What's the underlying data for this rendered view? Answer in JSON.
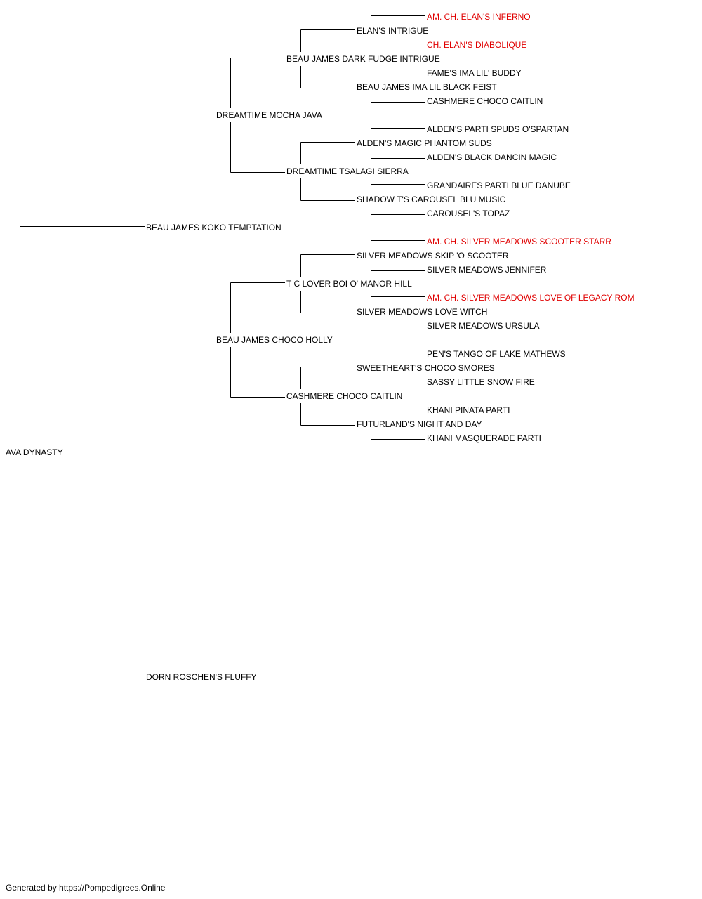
{
  "colors": {
    "champion": "#e00000",
    "default": "#000000",
    "line": "#000000"
  },
  "pedigree": {
    "subject": {
      "name": "AVA DYNASTY",
      "champion": false
    },
    "sire": {
      "name": "BEAU JAMES KOKO TEMPTATION",
      "champion": false
    },
    "dam": {
      "name": "DORN ROSCHEN'S FLUFFY",
      "champion": false
    },
    "ss": {
      "name": "DREAMTIME MOCHA JAVA",
      "champion": false
    },
    "sd": {
      "name": "BEAU JAMES CHOCO HOLLY",
      "champion": false
    },
    "sss": {
      "name": "BEAU JAMES DARK FUDGE INTRIGUE",
      "champion": false
    },
    "ssd": {
      "name": "DREAMTIME TSALAGI SIERRA",
      "champion": false
    },
    "sds": {
      "name": "T C LOVER BOI O' MANOR HILL",
      "champion": false
    },
    "sdd": {
      "name": "CASHMERE CHOCO CAITLIN",
      "champion": false
    },
    "ssss": {
      "name": "ELAN'S INTRIGUE",
      "champion": false
    },
    "sssd": {
      "name": "BEAU JAMES IMA LIL BLACK FEIST",
      "champion": false
    },
    "ssds": {
      "name": "ALDEN'S MAGIC PHANTOM SUDS",
      "champion": false
    },
    "ssdd": {
      "name": "SHADOW T'S CAROUSEL BLU MUSIC",
      "champion": false
    },
    "sdss": {
      "name": "SILVER MEADOWS SKIP 'O SCOOTER",
      "champion": false
    },
    "sdsd": {
      "name": "SILVER MEADOWS LOVE WITCH",
      "champion": false
    },
    "sdds": {
      "name": "SWEETHEART'S CHOCO SMORES",
      "champion": false
    },
    "sddd": {
      "name": "FUTURLAND'S NIGHT AND DAY",
      "champion": false
    },
    "sssss": {
      "name": "AM. CH. ELAN'S INFERNO",
      "champion": true
    },
    "ssssd": {
      "name": "CH. ELAN'S DIABOLIQUE",
      "champion": true
    },
    "sssds": {
      "name": "FAME'S IMA LIL' BUDDY",
      "champion": false
    },
    "sssdd": {
      "name": "CASHMERE CHOCO CAITLIN",
      "champion": false
    },
    "ssdss": {
      "name": "ALDEN'S PARTI SPUDS O'SPARTAN",
      "champion": false
    },
    "ssdsd": {
      "name": "ALDEN'S BLACK DANCIN MAGIC",
      "champion": false
    },
    "ssdds": {
      "name": "GRANDAIRES PARTI BLUE DANUBE",
      "champion": false
    },
    "ssddd": {
      "name": "CAROUSEL'S TOPAZ",
      "champion": false
    },
    "sdsss": {
      "name": "AM. CH. SILVER MEADOWS SCOOTER STARR",
      "champion": true
    },
    "sdssd": {
      "name": "SILVER MEADOWS JENNIFER",
      "champion": false
    },
    "sdsds": {
      "name": "AM. CH. SILVER MEADOWS LOVE OF LEGACY ROM",
      "champion": true
    },
    "sdsdd": {
      "name": "SILVER MEADOWS URSULA",
      "champion": false
    },
    "sddss": {
      "name": "PEN'S TANGO OF LAKE MATHEWS",
      "champion": false
    },
    "sddsd": {
      "name": "SASSY LITTLE SNOW FIRE",
      "champion": false
    },
    "sddds": {
      "name": "KHANI PINATA PARTI",
      "champion": false
    },
    "sdddd": {
      "name": "KHANI MASQUERADE PARTI",
      "champion": false
    }
  },
  "footer": "Generated by https://Pompedigrees.Online"
}
